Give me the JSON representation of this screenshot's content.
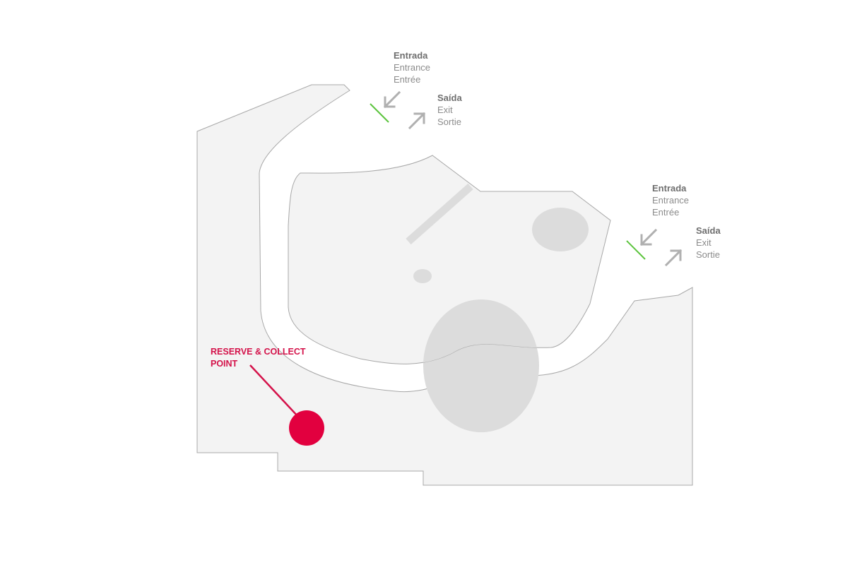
{
  "entrances": [
    {
      "entry": [
        "Entrada",
        "Entrance",
        "Entrée"
      ],
      "exit": [
        "Saída",
        "Exit",
        "Sortie"
      ]
    },
    {
      "entry": [
        "Entrada",
        "Entrance",
        "Entrée"
      ],
      "exit": [
        "Saída",
        "Exit",
        "Sortie"
      ]
    }
  ],
  "reserve_collect": {
    "label": "RESERVE & COLLECT POINT"
  },
  "colors": {
    "floor": "#f3f3f3",
    "outline": "#a8a8a8",
    "feature": "#dcdcdc",
    "door": "#5cc43e",
    "arrow": "#b0b0b0",
    "marker": "#e2003f"
  }
}
